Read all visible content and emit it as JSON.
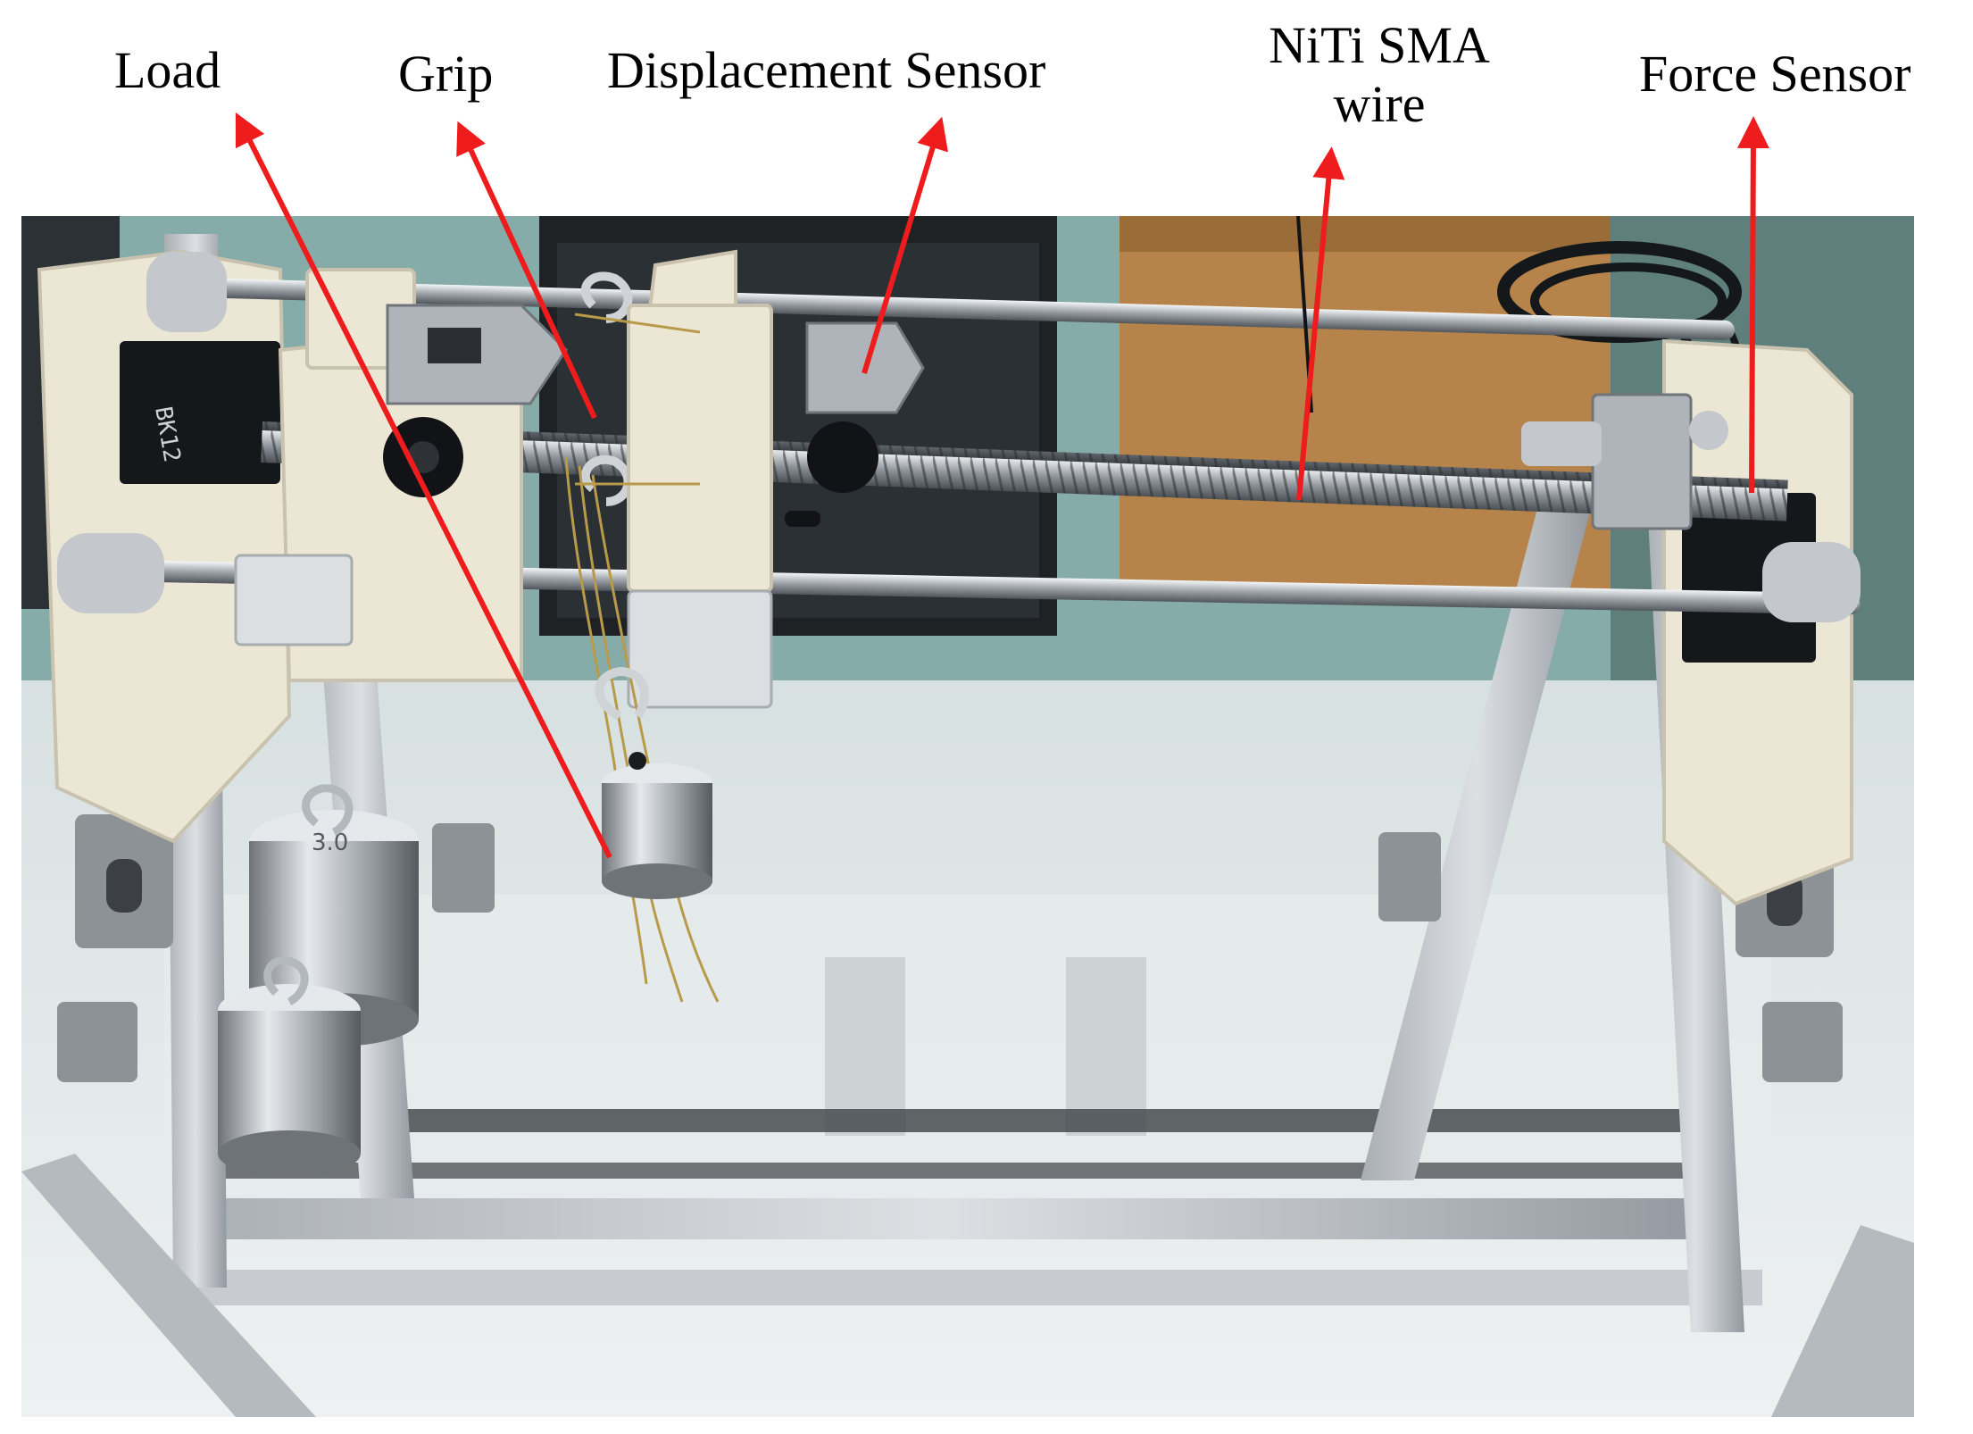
{
  "labels": {
    "load": "Load",
    "grip": "Grip",
    "displacement_sensor": "Displacement Sensor",
    "niti_line1": "NiTi SMA",
    "niti_line2": "wire",
    "force_sensor": "Force Sensor"
  },
  "photo_markings": {
    "motor_block_text": "BK12",
    "weight_text": "3.0"
  },
  "colors": {
    "arrow": "#ee1c1c",
    "text": "#000000",
    "frame_aluminum": "#c4c8cc",
    "printed_part": "#ece6d4",
    "floor": "#dfe5e6",
    "background_teal": "#7fa7a5",
    "cardboard": "#b6844a"
  }
}
